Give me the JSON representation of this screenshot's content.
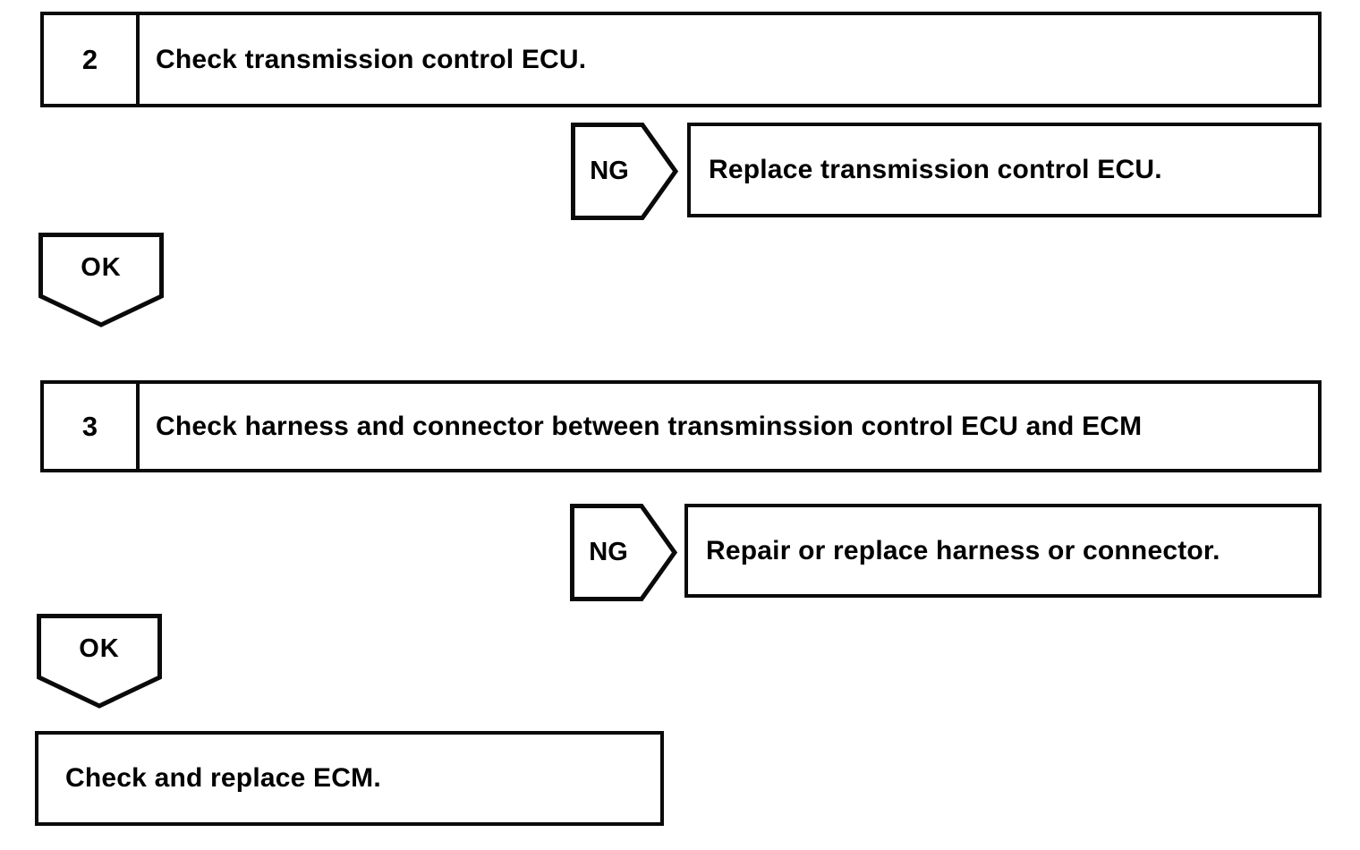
{
  "flowchart": {
    "steps": [
      {
        "number": "2",
        "label": "Check transmission control ECU."
      },
      {
        "number": "3",
        "label": "Check harness and connector between transminssion control ECU and ECM"
      }
    ],
    "ng_branches": [
      {
        "badge": "NG",
        "action": "Replace transmission control ECU."
      },
      {
        "badge": "NG",
        "action": "Repair or replace harness or connector."
      }
    ],
    "ok_badges": [
      {
        "label": "OK"
      },
      {
        "label": "OK"
      }
    ],
    "terminal": {
      "label": "Check and replace ECM."
    }
  },
  "colors": {
    "line": "#0a0a0a",
    "background": "#ffffff",
    "text": "#000000"
  }
}
